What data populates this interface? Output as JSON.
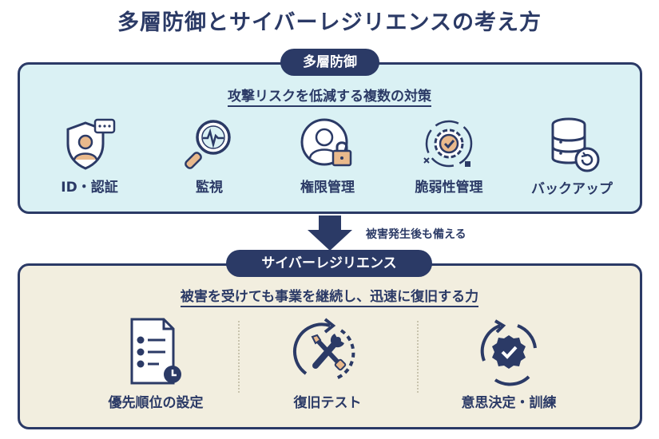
{
  "title": "多層防御とサイバーレジリエンスの考え方",
  "defense": {
    "badge": "多層防御",
    "subtitle": "攻撃リスクを低減する複数の対策",
    "items": [
      {
        "label": "ID・認証",
        "icon": "shield-user-icon"
      },
      {
        "label": "監視",
        "icon": "magnifier-pulse-icon"
      },
      {
        "label": "権限管理",
        "icon": "user-lock-icon"
      },
      {
        "label": "脆弱性管理",
        "icon": "gear-check-icon"
      },
      {
        "label": "バックアップ",
        "icon": "database-restore-icon"
      }
    ]
  },
  "arrow_note": "被害発生後も備える",
  "resilience": {
    "badge": "サイバーレジリエンス",
    "subtitle": "被害を受けても事業を継続し、迅速に復旧する力",
    "items": [
      {
        "label": "優先順位の設定",
        "icon": "checklist-clock-icon"
      },
      {
        "label": "復旧テスト",
        "icon": "tools-cycle-icon"
      },
      {
        "label": "意思決定・訓練",
        "icon": "badge-check-cycle-icon"
      }
    ]
  },
  "colors": {
    "navy": "#2b3a66",
    "top_panel": "#daf1f4",
    "bottom_panel": "#f2eedf"
  }
}
